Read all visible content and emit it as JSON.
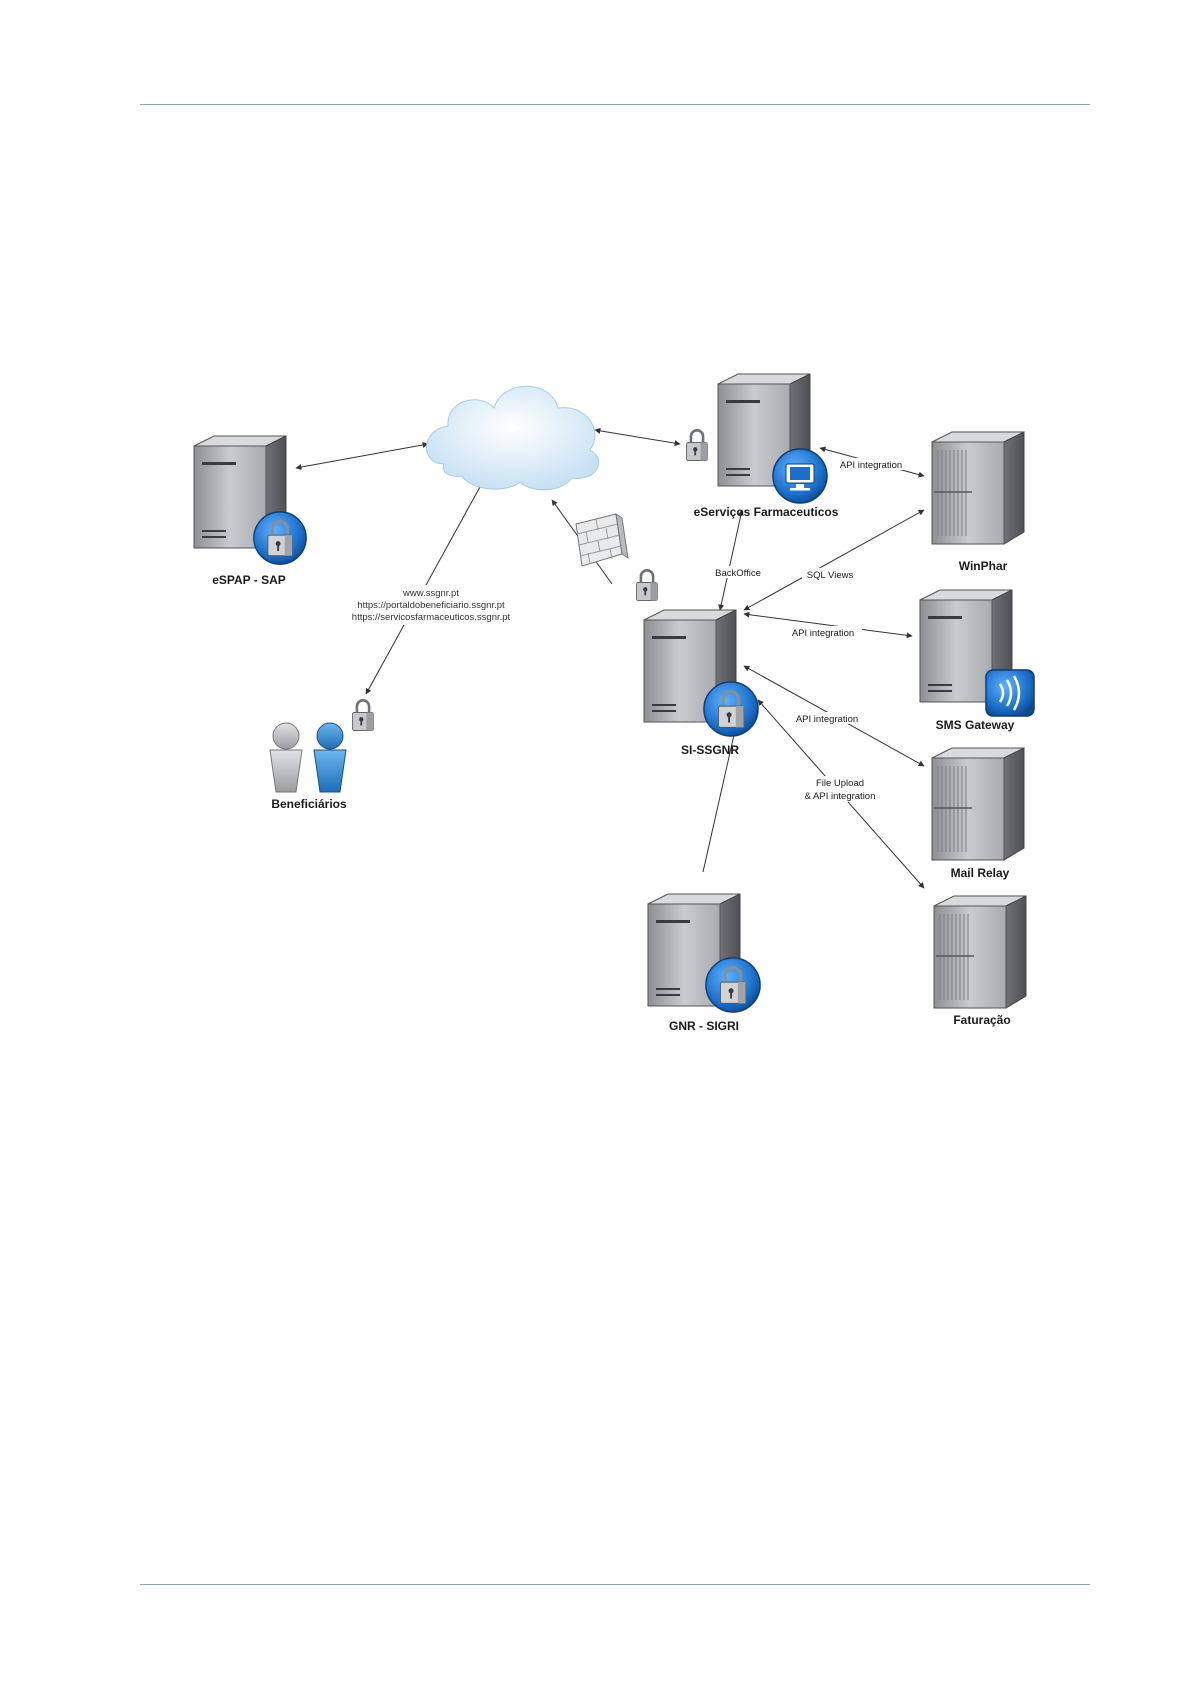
{
  "nodes": {
    "espap": "eSPAP - SAP",
    "eservicos": "eServiços Farmaceuticos",
    "winphar": "WinPhar",
    "si_ssgnr": "SI-SSGNR",
    "sms_gateway": "SMS Gateway",
    "mail_relay": "Mail Relay",
    "gnr_sigri": "GNR - SIGRI",
    "faturacao": "Faturação",
    "beneficiarios": "Beneficiários"
  },
  "edges": {
    "eservicos_winphar": "API integration",
    "backoffice": "BackOffice",
    "sql_views": "SQL Views",
    "si_sms": "API integration",
    "si_mail": "API integration",
    "file_upload_1": "File Upload",
    "file_upload_2": "& API integration"
  },
  "urls": [
    "www.ssgnr.pt",
    "https://portaldobeneficiario.ssgnr.pt",
    "https://servicosfarmaceuticos.ssgnr.pt"
  ],
  "icons": {
    "server": "server-icon",
    "lock": "padlock-icon",
    "cloud": "cloud-icon",
    "firewall": "firewall-icon",
    "users": "users-icon",
    "monitor": "monitor-badge-icon",
    "wireless": "wireless-badge-icon"
  },
  "colors": {
    "rule": "#8fa3b8",
    "badge_blue": "#1c6fc9",
    "cloud": "#cfe6f7"
  }
}
